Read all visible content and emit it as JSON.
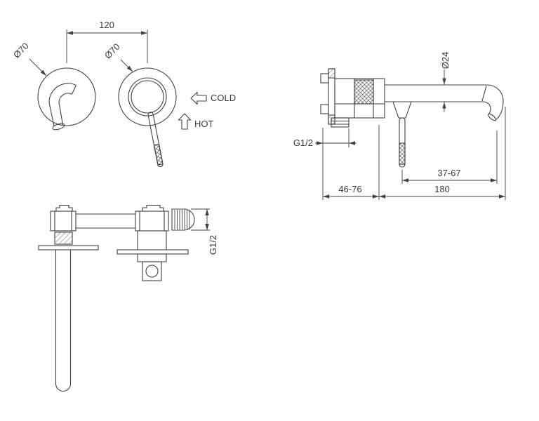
{
  "drawing": {
    "subject": "wall-mounted basin mixer tap technical drawing",
    "colors": {
      "line": "#404040",
      "background": "#ffffff"
    },
    "views": {
      "front": {
        "center_distance": "120",
        "left_plate_diameter": "Ø70",
        "right_plate_diameter": "Ø70",
        "cold_label": "COLD",
        "hot_label": "HOT"
      },
      "side": {
        "spout_diameter": "Ø24",
        "inlet_thread": "G1/2",
        "handle_clearance": "37-67",
        "rough_in_depth": "46-76",
        "spout_reach": "180"
      },
      "plan": {
        "connection_thread": "G1/2"
      }
    }
  }
}
